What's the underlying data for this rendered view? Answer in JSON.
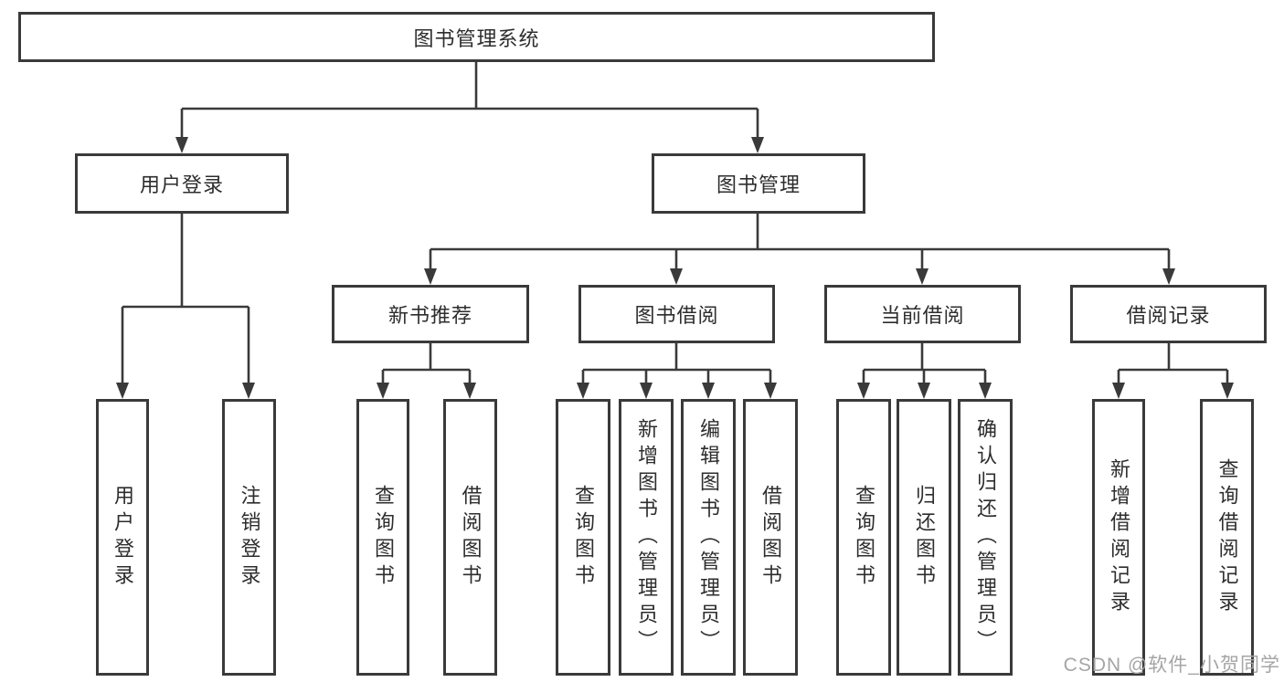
{
  "tree": {
    "label": "图书管理系统",
    "children": [
      {
        "label": "用户登录",
        "children": [
          {
            "label": "用户登录"
          },
          {
            "label": "注销登录"
          }
        ]
      },
      {
        "label": "图书管理",
        "children": [
          {
            "label": "新书推荐",
            "children": [
              {
                "label": "查询图书"
              },
              {
                "label": "借阅图书"
              }
            ]
          },
          {
            "label": "图书借阅",
            "children": [
              {
                "label": "查询图书"
              },
              {
                "label": "新增图书（管理员）"
              },
              {
                "label": "编辑图书（管理员）"
              },
              {
                "label": "借阅图书"
              }
            ]
          },
          {
            "label": "当前借阅",
            "children": [
              {
                "label": "查询图书"
              },
              {
                "label": "归还图书"
              },
              {
                "label": "确认归还（管理员）"
              }
            ]
          },
          {
            "label": "借阅记录",
            "children": [
              {
                "label": "新增借阅记录"
              },
              {
                "label": "查询借阅记录"
              }
            ]
          }
        ]
      }
    ]
  },
  "watermark": {
    "text": "CSDN @软件_小贺同学"
  },
  "colors": {
    "line": "#3a3a3a",
    "text": "#2d2d2d",
    "background": "#ffffff",
    "watermark": "#a5a5a5"
  }
}
